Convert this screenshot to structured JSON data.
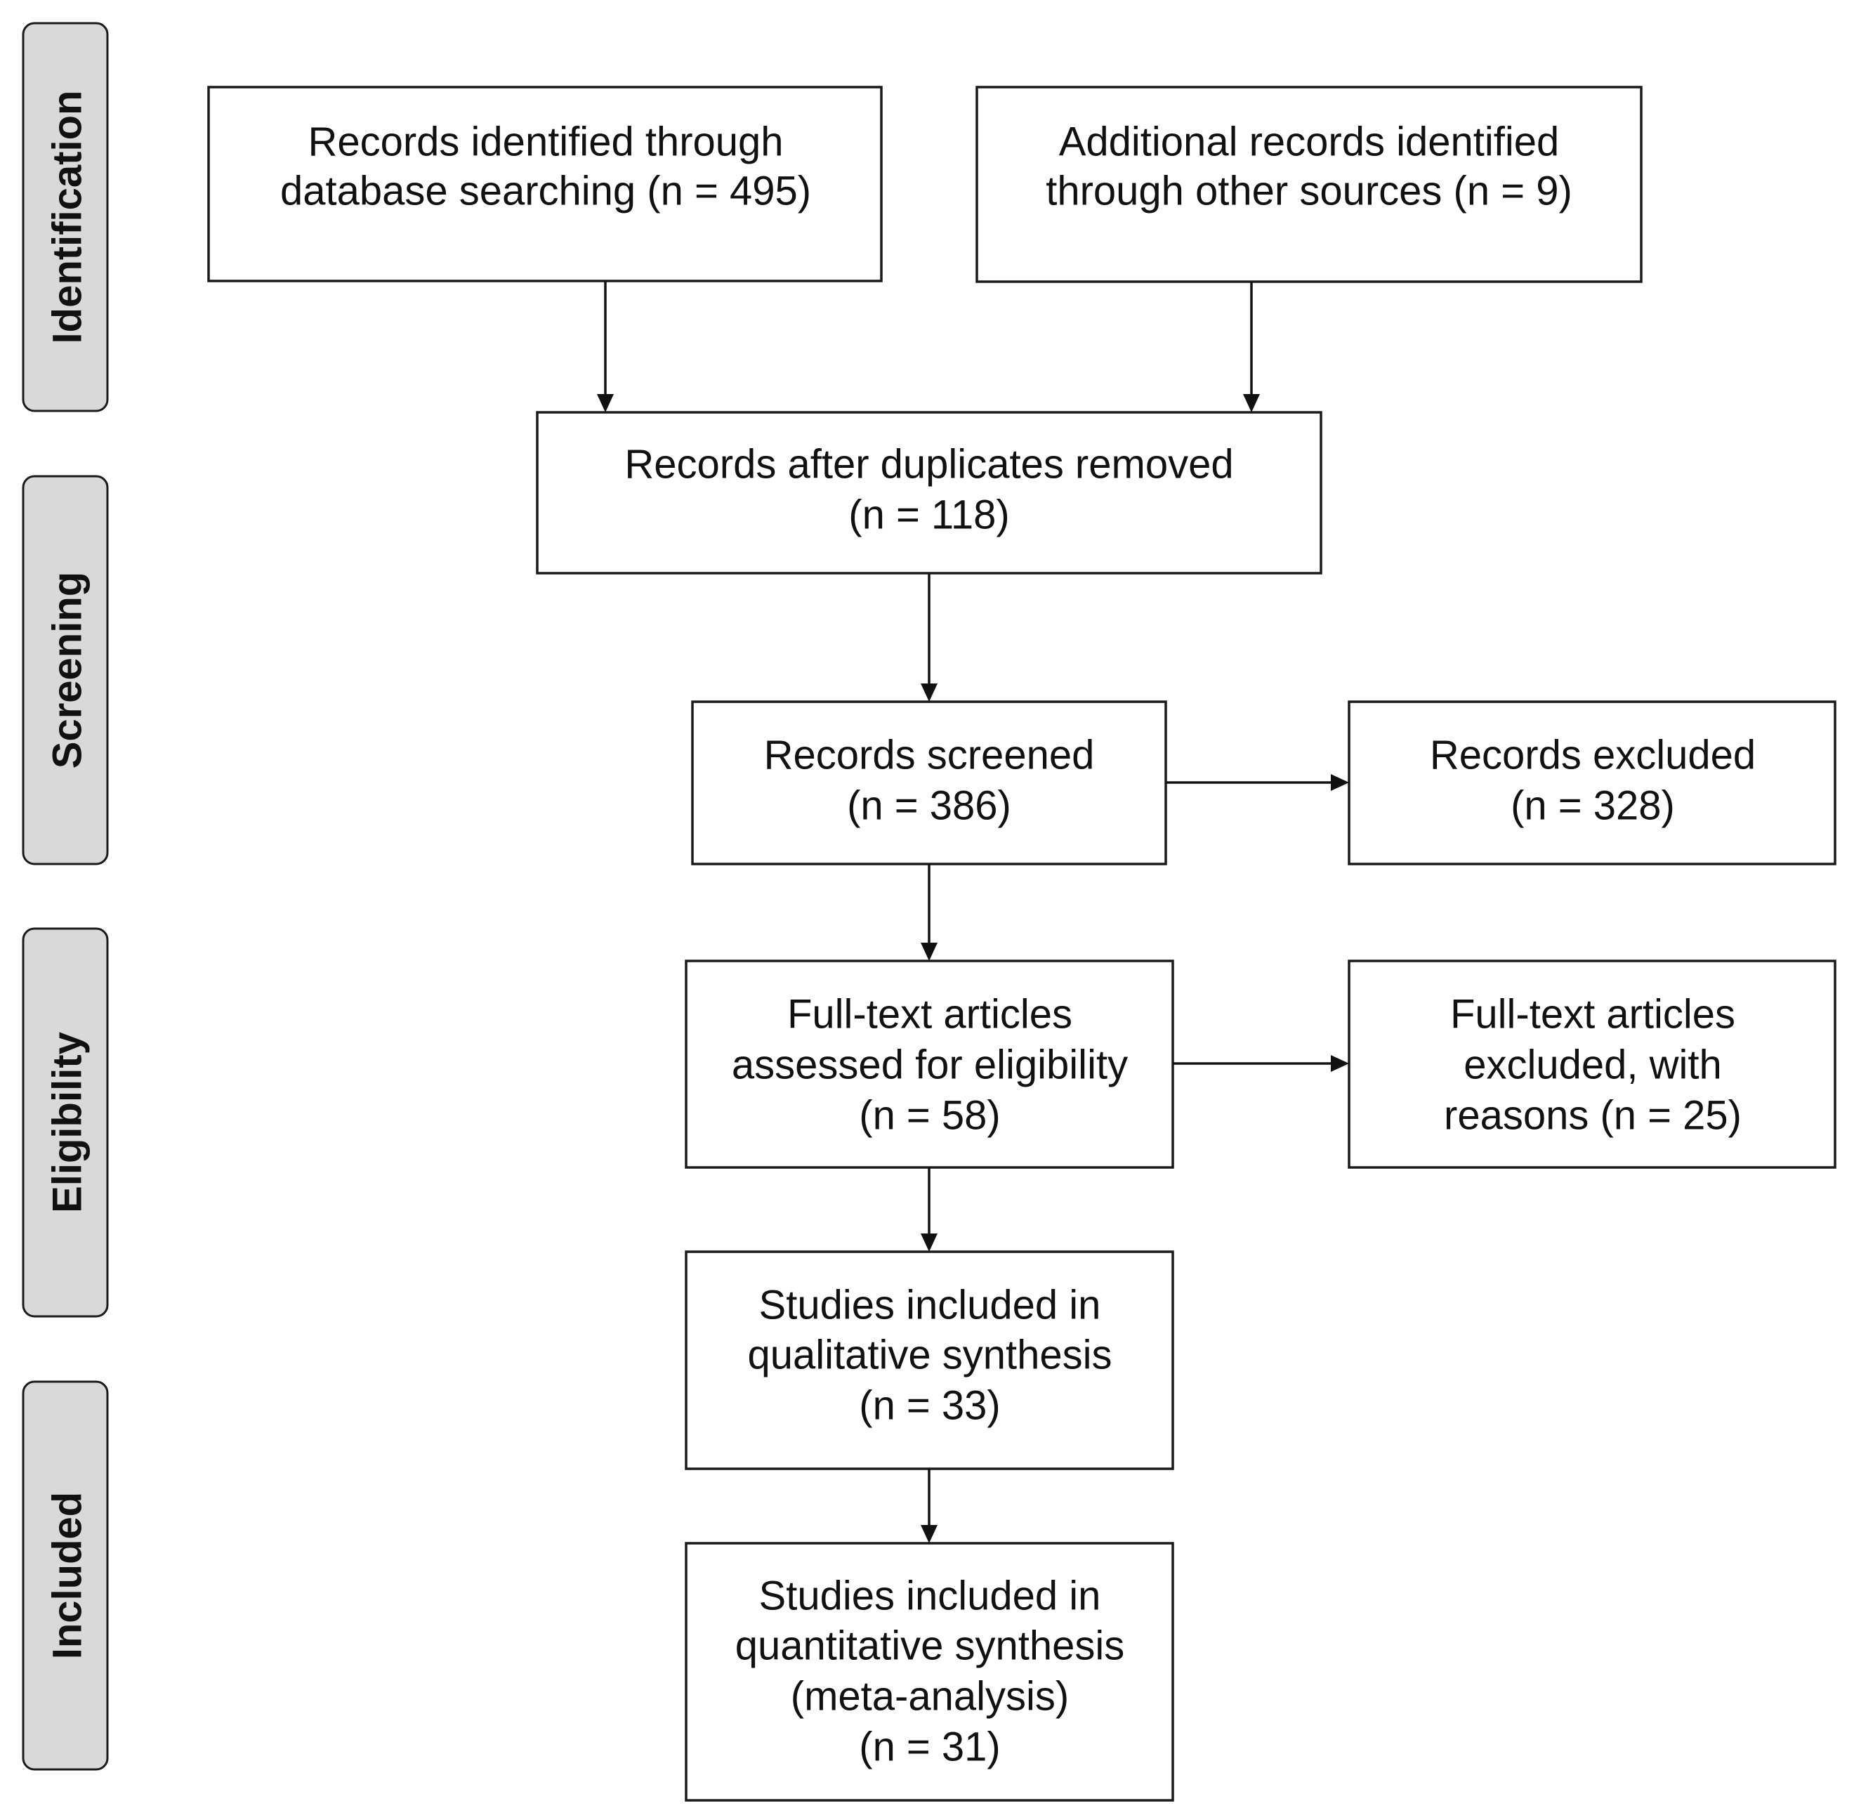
{
  "stages": [
    {
      "id": "identification",
      "label": "Identification"
    },
    {
      "id": "screening",
      "label": "Screening"
    },
    {
      "id": "eligibility",
      "label": "Eligibility"
    },
    {
      "id": "included",
      "label": "Included"
    }
  ],
  "boxes": {
    "database": {
      "lines": [
        "Records identified through",
        "database searching (n = 495)"
      ]
    },
    "other_sources": {
      "lines": [
        "Additional records identified",
        "through other sources (n = 9)"
      ]
    },
    "duplicates_removed": {
      "lines": [
        "Records after duplicates removed",
        "(n = 118)"
      ]
    },
    "screened": {
      "lines": [
        "Records screened",
        "(n = 386)"
      ]
    },
    "excluded": {
      "lines": [
        "Records excluded",
        "(n = 328)"
      ]
    },
    "fulltext_assessed": {
      "lines": [
        "Full-text articles",
        "assessed for eligibility",
        "(n = 58)"
      ]
    },
    "fulltext_excluded": {
      "lines": [
        "Full-text articles",
        "excluded, with",
        "reasons (n = 25)"
      ]
    },
    "qualitative": {
      "lines": [
        "Studies included in",
        "qualitative synthesis",
        "(n = 33)"
      ]
    },
    "quantitative": {
      "lines": [
        "Studies included in",
        "quantitative synthesis",
        "(meta-analysis)",
        "(n = 31)"
      ]
    }
  }
}
